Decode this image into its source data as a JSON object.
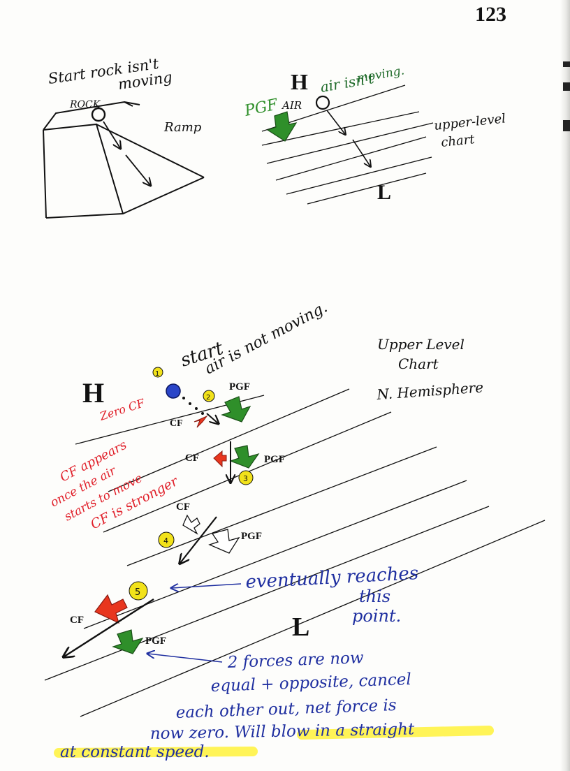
{
  "page_number": "123",
  "top_left": {
    "title_line1": "Start rock isn't",
    "title_line2": "moving",
    "rock_label": "ROCK",
    "ramp_label": "Ramp"
  },
  "top_right": {
    "h_label": "H",
    "note_line1": "air isn't",
    "note_line2": "moving.",
    "pgf_label": "PGF",
    "air_label": "AIR",
    "chart_line1": "upper-level",
    "chart_line2": "chart",
    "l_label": "L"
  },
  "bottom": {
    "start_line1": "start",
    "start_line2": "air is not moving.",
    "h_label": "H",
    "zero_cf": "Zero CF",
    "chart_line1": "Upper Level",
    "chart_line2": "Chart",
    "chart_line3": "N. Hemisphere",
    "step_labels": [
      "1",
      "2",
      "3",
      "4",
      "5"
    ],
    "pgf_label": "PGF",
    "cf_label": "CF",
    "cf_appears_line1": "CF appears",
    "cf_appears_line2": "once the air",
    "cf_appears_line3": "starts to move",
    "cf_stronger": "CF is stronger",
    "reaches_line1": "eventually reaches",
    "reaches_line2": "this",
    "reaches_line3": "point.",
    "l_label": "L",
    "forces_line1": "2 forces are now",
    "forces_line2": "equal + opposite, cancel",
    "forces_line3": "each other out, net force is",
    "forces_line4": "now zero. Will blow in a straight",
    "forces_line5": "at constant speed."
  },
  "colors": {
    "ink_black": "#111111",
    "pgf_green": "#2f8f2a",
    "cf_red": "#e8361e",
    "air_blue": "#2a45c8",
    "note_green": "#1f6b2a",
    "note_red": "#e0202a",
    "note_blue": "#1f2fa0",
    "step_yellow": "#f2e21a",
    "highlight": "#fff23a"
  }
}
